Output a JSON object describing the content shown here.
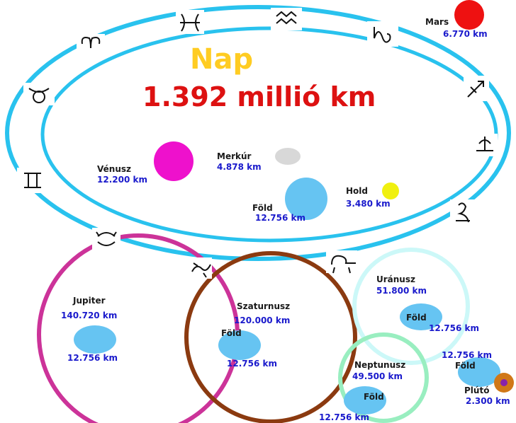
{
  "sun": {
    "name": "Nap",
    "diameter": "1.392 millió km"
  },
  "inner_bodies": [
    {
      "key": "mars",
      "name": "Mars",
      "diameter": "6.770 km"
    },
    {
      "key": "venus",
      "name": "Vénusz",
      "diameter": "12.200 km"
    },
    {
      "key": "mercury",
      "name": "Merkúr",
      "diameter": "4.878 km"
    },
    {
      "key": "earth",
      "name": "Föld",
      "diameter": "12.756 km"
    },
    {
      "key": "moon",
      "name": "Hold",
      "diameter": "3.480 km"
    }
  ],
  "outer_bodies": [
    {
      "key": "jupiter",
      "name": "Jupiter",
      "diameter": "140.720 km",
      "earth_value": "12.756 km"
    },
    {
      "key": "saturn",
      "name": "Szaturnusz",
      "diameter": "120.000 km",
      "earth_name": "Föld",
      "earth_value": "12.756 km"
    },
    {
      "key": "uranus",
      "name": "Uránusz",
      "diameter": "51.800 km",
      "earth_name": "Föld",
      "earth_value": "12.756 km"
    },
    {
      "key": "neptune",
      "name": "Neptunusz",
      "diameter": "49.500 km",
      "earth_name": "Föld",
      "earth_value": "12.756 km"
    },
    {
      "key": "pluto",
      "name": "Plútó",
      "diameter": "2.300 km",
      "earth_name": "Föld",
      "earth_value": "12.756 km"
    }
  ],
  "colors": {
    "sun_ring": "#29c2ee",
    "sun_title": "#ffcc22",
    "sun_diameter": "#dd1111",
    "mars": "#ee1111",
    "venus": "#ee11cc",
    "mercury": "#d8d8d8",
    "earth": "#66c4f2",
    "moon": "#f0f010",
    "jupiter_ring": "#cc3399",
    "saturn_ring": "#8b3a10",
    "uranus_ring": "#ccf8f8",
    "neptune_ring": "#99eec0",
    "pluto": "#d07818",
    "pluto_core": "#8822aa"
  },
  "zodiac_icons": [
    "scorpio-icon",
    "libra-icon",
    "virgo-icon",
    "leo-icon",
    "cancer-icon",
    "gemini-icon",
    "taurus-icon",
    "aries-icon",
    "pisces-icon",
    "aquarius-icon",
    "capricorn-icon",
    "sagittarius-icon"
  ]
}
